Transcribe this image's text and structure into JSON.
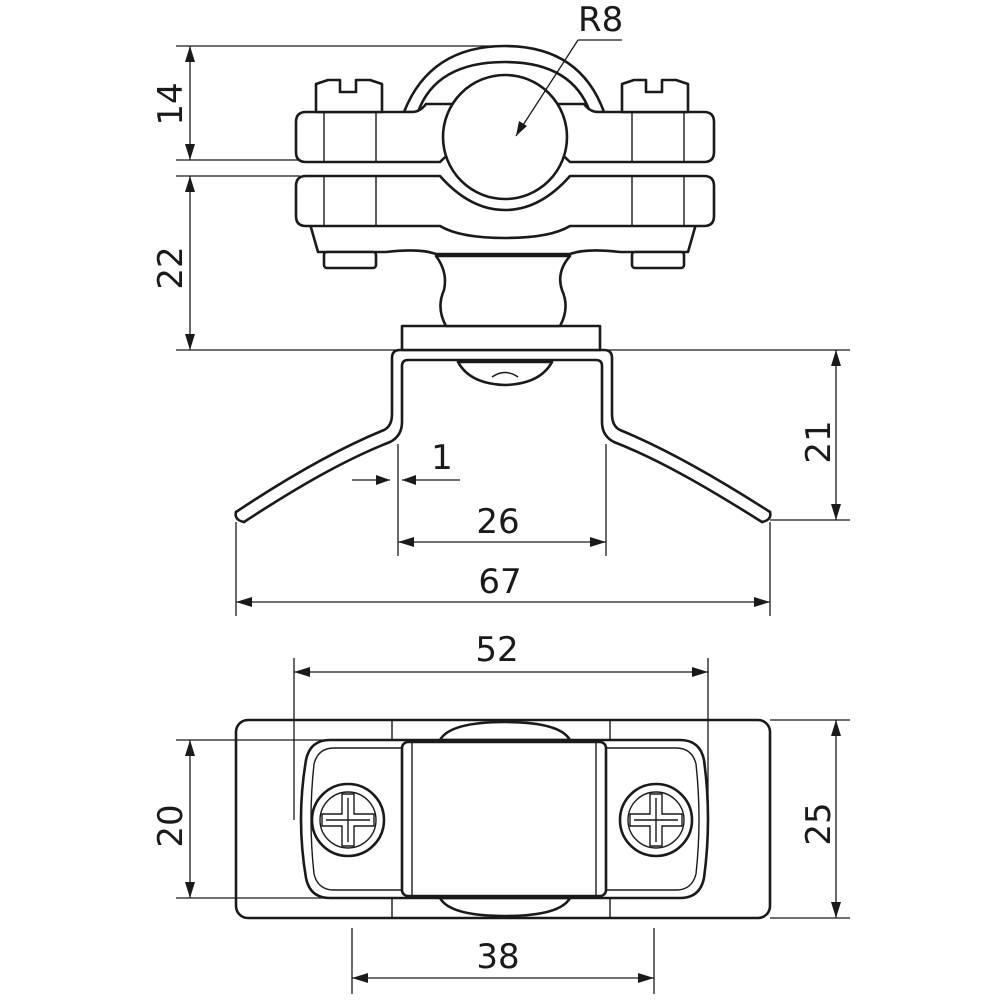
{
  "dimensions": {
    "radius": "R8",
    "top_height": "14",
    "clamp_height": "22",
    "saddle_height": "21",
    "sheet_thickness": "1",
    "saddle_inner_width": "26",
    "saddle_span": "67",
    "screw_spacing": "52",
    "plate_width": "20",
    "base_width": "25",
    "slot_length": "38"
  }
}
